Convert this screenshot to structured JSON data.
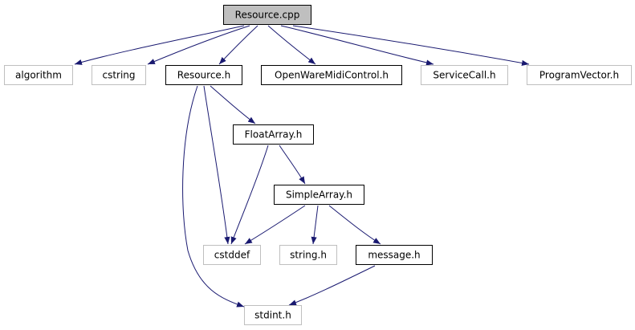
{
  "title": "Resource.cpp",
  "colors": {
    "edge": "#191970",
    "root_fill": "#bfbfbf",
    "root_border": "#000000",
    "doc_border": "#000000",
    "external_border": "#bfbfbf",
    "text": "#000000"
  },
  "nodes": [
    {
      "id": "resource_cpp",
      "label": "Resource.cpp",
      "kind": "root"
    },
    {
      "id": "algorithm",
      "label": "algorithm",
      "kind": "external"
    },
    {
      "id": "cstring",
      "label": "cstring",
      "kind": "external"
    },
    {
      "id": "resource_h",
      "label": "Resource.h",
      "kind": "documented"
    },
    {
      "id": "openware",
      "label": "OpenWareMidiControl.h",
      "kind": "documented"
    },
    {
      "id": "servicecall",
      "label": "ServiceCall.h",
      "kind": "external"
    },
    {
      "id": "programvector",
      "label": "ProgramVector.h",
      "kind": "external"
    },
    {
      "id": "floatarray",
      "label": "FloatArray.h",
      "kind": "documented"
    },
    {
      "id": "simplearray",
      "label": "SimpleArray.h",
      "kind": "documented"
    },
    {
      "id": "cstddef",
      "label": "cstddef",
      "kind": "external"
    },
    {
      "id": "string_h",
      "label": "string.h",
      "kind": "external"
    },
    {
      "id": "message_h",
      "label": "message.h",
      "kind": "documented"
    },
    {
      "id": "stdint_h",
      "label": "stdint.h",
      "kind": "external"
    }
  ],
  "edges": [
    {
      "from": "resource_cpp",
      "to": "algorithm"
    },
    {
      "from": "resource_cpp",
      "to": "cstring"
    },
    {
      "from": "resource_cpp",
      "to": "resource_h"
    },
    {
      "from": "resource_cpp",
      "to": "openware"
    },
    {
      "from": "resource_cpp",
      "to": "servicecall"
    },
    {
      "from": "resource_cpp",
      "to": "programvector"
    },
    {
      "from": "resource_h",
      "to": "floatarray"
    },
    {
      "from": "resource_h",
      "to": "cstddef"
    },
    {
      "from": "resource_h",
      "to": "stdint_h"
    },
    {
      "from": "floatarray",
      "to": "simplearray"
    },
    {
      "from": "floatarray",
      "to": "cstddef"
    },
    {
      "from": "simplearray",
      "to": "cstddef"
    },
    {
      "from": "simplearray",
      "to": "string_h"
    },
    {
      "from": "simplearray",
      "to": "message_h"
    },
    {
      "from": "message_h",
      "to": "stdint_h"
    }
  ]
}
